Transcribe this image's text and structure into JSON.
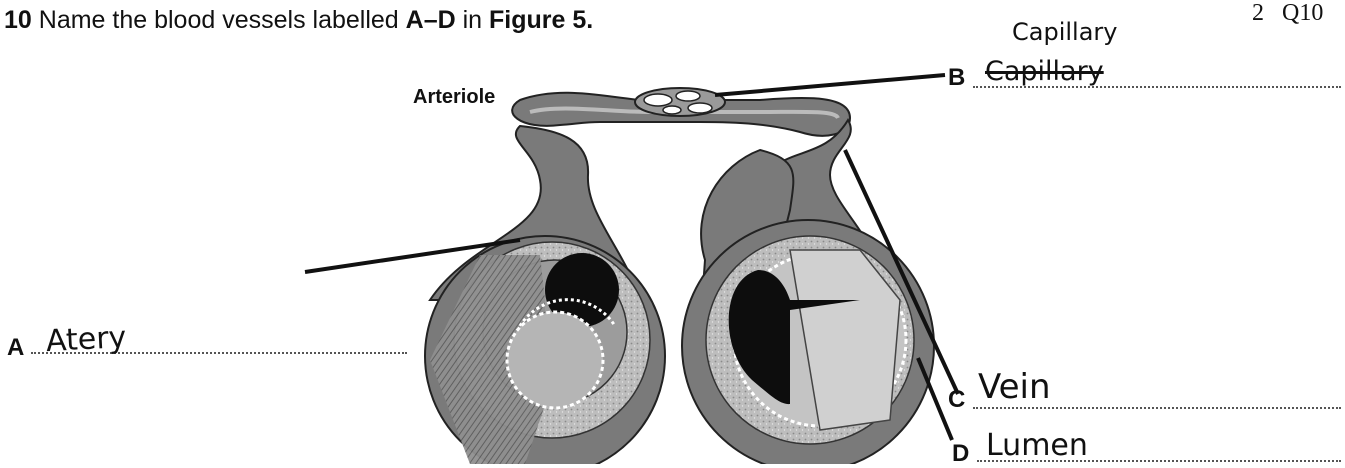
{
  "question": {
    "number": "10",
    "text_pre": " Name the blood vessels labelled ",
    "range": "A–D",
    "text_mid": " in ",
    "figure": "Figure 5.",
    "marks_num": "2",
    "marks_ref": "Q10"
  },
  "figure": {
    "arteriole_label": "Arteriole"
  },
  "answers": {
    "A": {
      "letter": "A",
      "handwritten": "Atery"
    },
    "B": {
      "letter": "B",
      "handwritten_crossed": "Capillary",
      "handwritten_above": "Capillary"
    },
    "C": {
      "letter": "C",
      "handwritten": "Vein"
    },
    "D": {
      "letter": "D",
      "handwritten": "Lumen"
    }
  }
}
